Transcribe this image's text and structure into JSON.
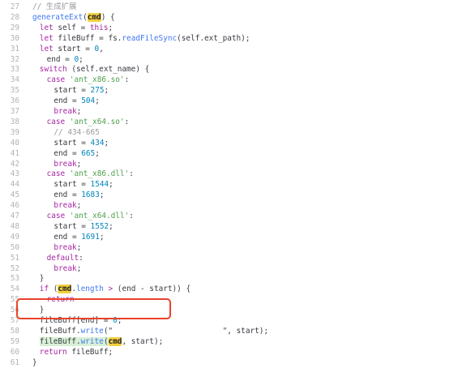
{
  "editor": {
    "accent_box_color": "#e8432a",
    "lines": [
      {
        "n": "27",
        "indent": 0,
        "tokens": [
          {
            "t": "// 生成扩展",
            "c": "cm"
          }
        ]
      },
      {
        "n": "28",
        "indent": 0,
        "tokens": [
          {
            "t": "generateExt",
            "c": "fn"
          },
          {
            "t": "(",
            "c": "p"
          },
          {
            "t": "cmd",
            "c": "hl"
          },
          {
            "t": ") {",
            "c": "p"
          }
        ]
      },
      {
        "n": "29",
        "indent": 1,
        "tokens": [
          {
            "t": "let ",
            "c": "kw"
          },
          {
            "t": "self = ",
            "c": "p"
          },
          {
            "t": "this",
            "c": "kw"
          },
          {
            "t": ";",
            "c": "p"
          }
        ]
      },
      {
        "n": "30",
        "indent": 1,
        "tokens": [
          {
            "t": "let ",
            "c": "kw"
          },
          {
            "t": "fileBuff = fs.",
            "c": "p"
          },
          {
            "t": "readFileSync",
            "c": "fn"
          },
          {
            "t": "(self.ext_path);",
            "c": "p"
          }
        ]
      },
      {
        "n": "31",
        "indent": 1,
        "tokens": [
          {
            "t": "let ",
            "c": "kw"
          },
          {
            "t": "start = ",
            "c": "p"
          },
          {
            "t": "0",
            "c": "num"
          },
          {
            "t": ",",
            "c": "p"
          }
        ]
      },
      {
        "n": "32",
        "indent": 2,
        "tokens": [
          {
            "t": "end = ",
            "c": "p"
          },
          {
            "t": "0",
            "c": "num"
          },
          {
            "t": ";",
            "c": "p"
          }
        ]
      },
      {
        "n": "33",
        "indent": 1,
        "tokens": [
          {
            "t": "switch ",
            "c": "kw"
          },
          {
            "t": "(self.ext_name) {",
            "c": "p"
          }
        ]
      },
      {
        "n": "34",
        "indent": 2,
        "tokens": [
          {
            "t": "case ",
            "c": "kw"
          },
          {
            "t": "'ant_x86.so'",
            "c": "str"
          },
          {
            "t": ":",
            "c": "p"
          }
        ]
      },
      {
        "n": "35",
        "indent": 3,
        "tokens": [
          {
            "t": "start = ",
            "c": "p"
          },
          {
            "t": "275",
            "c": "num"
          },
          {
            "t": ";",
            "c": "p"
          }
        ]
      },
      {
        "n": "36",
        "indent": 3,
        "tokens": [
          {
            "t": "end = ",
            "c": "p"
          },
          {
            "t": "504",
            "c": "num"
          },
          {
            "t": ";",
            "c": "p"
          }
        ]
      },
      {
        "n": "37",
        "indent": 3,
        "tokens": [
          {
            "t": "break",
            "c": "kw"
          },
          {
            "t": ";",
            "c": "p"
          }
        ]
      },
      {
        "n": "38",
        "indent": 2,
        "tokens": [
          {
            "t": "case ",
            "c": "kw"
          },
          {
            "t": "'ant_x64.so'",
            "c": "str"
          },
          {
            "t": ":",
            "c": "p"
          }
        ]
      },
      {
        "n": "39",
        "indent": 3,
        "tokens": [
          {
            "t": "// 434-665",
            "c": "cm"
          }
        ]
      },
      {
        "n": "40",
        "indent": 3,
        "tokens": [
          {
            "t": "start = ",
            "c": "p"
          },
          {
            "t": "434",
            "c": "num"
          },
          {
            "t": ";",
            "c": "p"
          }
        ]
      },
      {
        "n": "41",
        "indent": 3,
        "tokens": [
          {
            "t": "end = ",
            "c": "p"
          },
          {
            "t": "665",
            "c": "num"
          },
          {
            "t": ";",
            "c": "p"
          }
        ]
      },
      {
        "n": "42",
        "indent": 3,
        "tokens": [
          {
            "t": "break",
            "c": "kw"
          },
          {
            "t": ";",
            "c": "p"
          }
        ]
      },
      {
        "n": "43",
        "indent": 2,
        "tokens": [
          {
            "t": "case ",
            "c": "kw"
          },
          {
            "t": "'ant_x86.dll'",
            "c": "str"
          },
          {
            "t": ":",
            "c": "p"
          }
        ]
      },
      {
        "n": "44",
        "indent": 3,
        "tokens": [
          {
            "t": "start = ",
            "c": "p"
          },
          {
            "t": "1544",
            "c": "num"
          },
          {
            "t": ";",
            "c": "p"
          }
        ]
      },
      {
        "n": "45",
        "indent": 3,
        "tokens": [
          {
            "t": "end = ",
            "c": "p"
          },
          {
            "t": "1683",
            "c": "num"
          },
          {
            "t": ";",
            "c": "p"
          }
        ]
      },
      {
        "n": "46",
        "indent": 3,
        "tokens": [
          {
            "t": "break",
            "c": "kw"
          },
          {
            "t": ";",
            "c": "p"
          }
        ]
      },
      {
        "n": "47",
        "indent": 2,
        "tokens": [
          {
            "t": "case ",
            "c": "kw"
          },
          {
            "t": "'ant_x64.dll'",
            "c": "str"
          },
          {
            "t": ":",
            "c": "p"
          }
        ]
      },
      {
        "n": "48",
        "indent": 3,
        "tokens": [
          {
            "t": "start = ",
            "c": "p"
          },
          {
            "t": "1552",
            "c": "num"
          },
          {
            "t": ";",
            "c": "p"
          }
        ]
      },
      {
        "n": "49",
        "indent": 3,
        "tokens": [
          {
            "t": "end = ",
            "c": "p"
          },
          {
            "t": "1691",
            "c": "num"
          },
          {
            "t": ";",
            "c": "p"
          }
        ]
      },
      {
        "n": "50",
        "indent": 3,
        "tokens": [
          {
            "t": "break",
            "c": "kw"
          },
          {
            "t": ";",
            "c": "p"
          }
        ]
      },
      {
        "n": "51",
        "indent": 2,
        "tokens": [
          {
            "t": "default",
            "c": "kw"
          },
          {
            "t": ":",
            "c": "p"
          }
        ]
      },
      {
        "n": "52",
        "indent": 3,
        "tokens": [
          {
            "t": "break",
            "c": "kw"
          },
          {
            "t": ";",
            "c": "p"
          }
        ]
      },
      {
        "n": "53",
        "indent": 1,
        "tokens": [
          {
            "t": "}",
            "c": "p"
          }
        ]
      },
      {
        "n": "54",
        "indent": 1,
        "tokens": [
          {
            "t": "if ",
            "c": "kw"
          },
          {
            "t": "(",
            "c": "p"
          },
          {
            "t": "cmd",
            "c": "hl"
          },
          {
            "t": ".",
            "c": "p"
          },
          {
            "t": "length",
            "c": "fn"
          },
          {
            "t": " > ",
            "c": "op"
          },
          {
            "t": "(end - start)) {",
            "c": "p"
          }
        ]
      },
      {
        "n": "55",
        "indent": 2,
        "tokens": [
          {
            "t": "return",
            "c": "kw"
          }
        ]
      },
      {
        "n": "56",
        "indent": 1,
        "tokens": [
          {
            "t": "}",
            "c": "p"
          }
        ]
      },
      {
        "n": "57",
        "indent": 1,
        "tokens": [
          {
            "t": "fileBuff[end] = ",
            "c": "p"
          },
          {
            "t": "0",
            "c": "num"
          },
          {
            "t": ";",
            "c": "p"
          }
        ]
      },
      {
        "n": "58",
        "indent": 1,
        "tokens": [
          {
            "t": "fileBuff.",
            "c": "p"
          },
          {
            "t": "write",
            "c": "fn"
          },
          {
            "t": "(\"                        \", start);",
            "c": "p"
          }
        ]
      },
      {
        "n": "59",
        "indent": 1,
        "tokens": [
          {
            "t": "fileBuff.",
            "c": "sel"
          },
          {
            "t": "write",
            "c": "fn sel"
          },
          {
            "t": "(",
            "c": "sel"
          },
          {
            "t": "cmd",
            "c": "hl"
          },
          {
            "t": ", start);",
            "c": "p"
          }
        ]
      },
      {
        "n": "60",
        "indent": 1,
        "tokens": [
          {
            "t": "return ",
            "c": "kw"
          },
          {
            "t": "fileBuff;",
            "c": "p"
          }
        ]
      },
      {
        "n": "61",
        "indent": 0,
        "tokens": [
          {
            "t": "}",
            "c": "p"
          }
        ]
      }
    ]
  }
}
